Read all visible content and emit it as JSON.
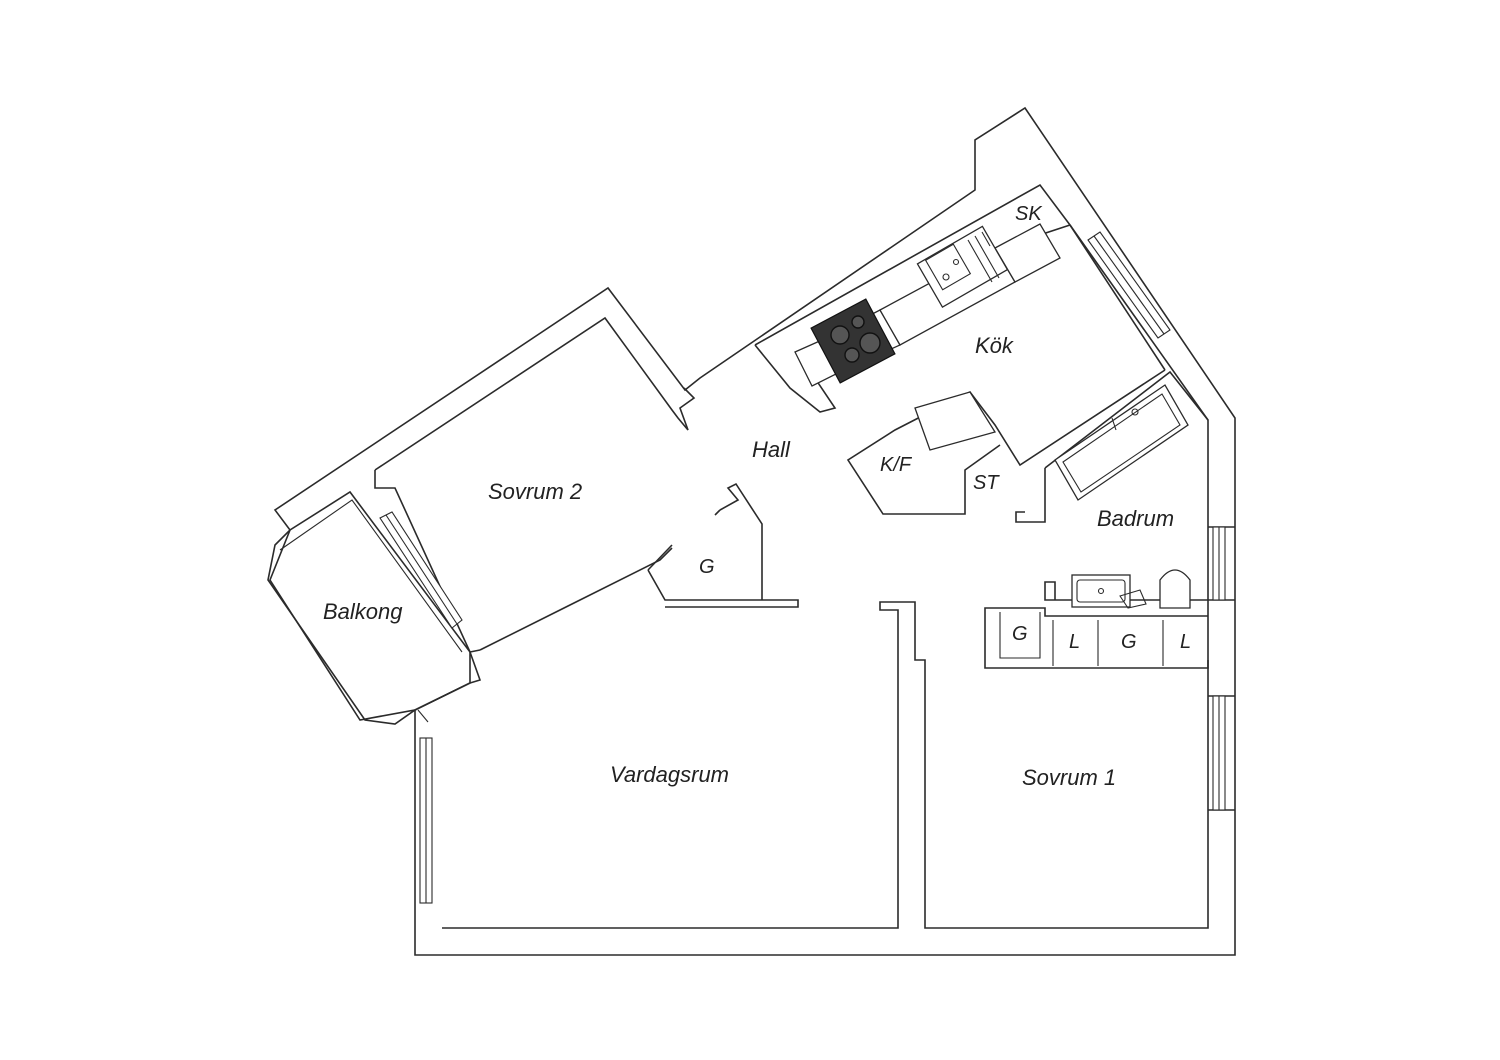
{
  "rooms": {
    "sk": "SK",
    "kok": "Kök",
    "hall": "Hall",
    "kf": "K/F",
    "st": "ST",
    "sovrum2": "Sovrum 2",
    "badrum": "Badrum",
    "g_hall": "G",
    "balkong": "Balkong",
    "g_bath": "G",
    "l_left": "L",
    "g_mid": "G",
    "l_right": "L",
    "vardagsrum": "Vardagsrum",
    "sovrum1": "Sovrum 1"
  },
  "colors": {
    "wall": "#2b2b2b",
    "stove": "#333333",
    "background": "#ffffff"
  },
  "icons": [
    "stove-icon",
    "sink-icon",
    "bathtub-icon",
    "toilet-icon",
    "washbasin-icon"
  ]
}
